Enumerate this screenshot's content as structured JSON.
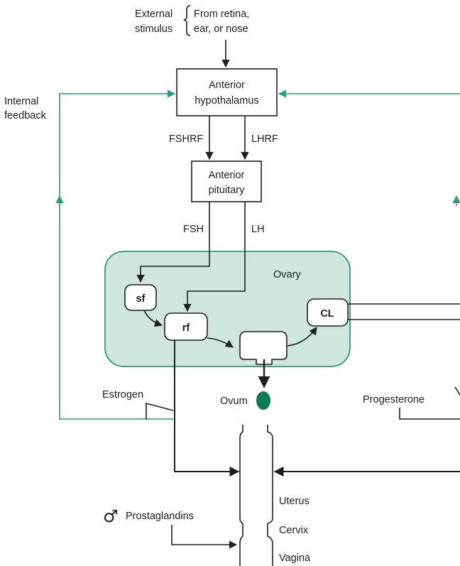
{
  "external_stimulus": {
    "label_line1": "External",
    "label_line2": "stimulus",
    "source_line1": "From retina,",
    "source_line2": "ear, or nose"
  },
  "internal_feedback": {
    "line1": "Internal",
    "line2": "feedback"
  },
  "anterior_hypothalamus": {
    "line1": "Anterior",
    "line2": "hypothalamus"
  },
  "anterior_pituitary": {
    "line1": "Anterior",
    "line2": "pituitary"
  },
  "hormones": {
    "fshrf": "FSHRF",
    "lhrf": "LHRF",
    "fsh": "FSH",
    "lh": "LH"
  },
  "ovary": {
    "title": "Ovary",
    "sf": "sf",
    "rf": "rf",
    "cl": "CL"
  },
  "ovum": "Ovum",
  "estrogen": "Estrogen",
  "progesterone": "Progesterone",
  "prostaglandins": "Prostaglandins",
  "male_symbol": "♂",
  "tract": {
    "uterus": "Uterus",
    "cervix": "Cervix",
    "vagina": "Vagina"
  },
  "colors": {
    "teal_line": "#2a9c80",
    "ovary_fill": "#cfe6df",
    "ovum_fill": "#0e7a55",
    "ink": "#1f1f1f"
  }
}
